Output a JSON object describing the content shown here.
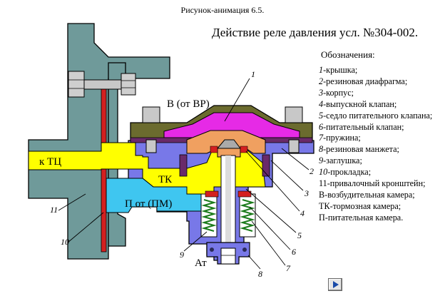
{
  "caption": "Рисунок-анимация 6.5.",
  "title": "Действие реле давления усл. №304-002.",
  "legend": {
    "heading": "Обозначения:",
    "items": [
      {
        "num": "1",
        "text": "-крышка;"
      },
      {
        "num": "2",
        "text": "-резиновая диафрагма;"
      },
      {
        "num": "3",
        "text": "-корпус;"
      },
      {
        "num": "4",
        "text": "-выпускной клапан;"
      },
      {
        "num": "5",
        "text": "-седло питательного клапана;"
      },
      {
        "num": "6",
        "text": "-питательный клапан;"
      },
      {
        "num": "7",
        "text": "-пружина;"
      },
      {
        "num": "8",
        "text": "-резиновая манжета;"
      },
      {
        "num": "9",
        "text": "-заглушка;"
      },
      {
        "num": "10",
        "text": "-прокладка;"
      },
      {
        "num": "",
        "text": "11-привалочный кронштейн;"
      },
      {
        "num": "",
        "text": "В-возбудительная камера;"
      },
      {
        "num": "",
        "text": "ТК-тормозная камера;"
      },
      {
        "num": "",
        "text": "П-питательная камера."
      }
    ]
  },
  "labels": {
    "chamber_v": "В (от ВР)",
    "to_tc": "к ТЦ",
    "tk": "ТК",
    "p_from_pm": "П от (ПМ)",
    "atm": "Ат"
  },
  "callouts": [
    "1",
    "2",
    "3",
    "4",
    "5",
    "6",
    "7",
    "8",
    "9",
    "10",
    "11"
  ],
  "colors": {
    "bracket": "#6f9a9a",
    "cover": "#6b6b2e",
    "diaphragm": "#e62ae6",
    "body": "#7878e8",
    "tk_chamber": "#ffff00",
    "p_chamber": "#3fc6f0",
    "valve": "#f0a060",
    "gasket": "#d42020",
    "cuff": "#6a2a6a"
  }
}
